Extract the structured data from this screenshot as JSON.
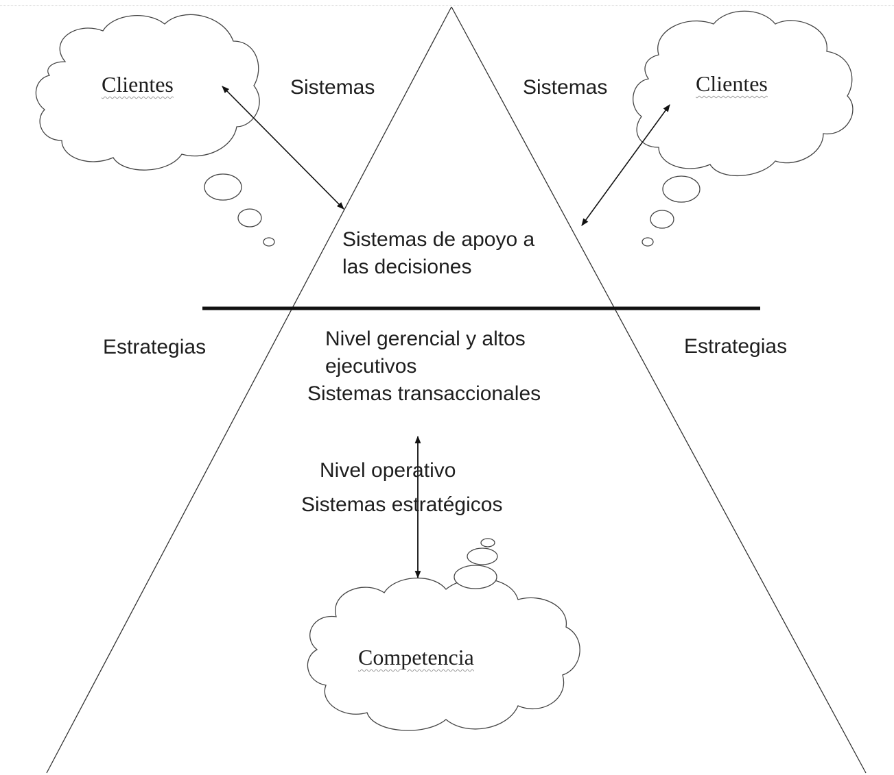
{
  "diagram": {
    "clouds": {
      "left_cloud_label": "Clientes",
      "right_cloud_label": "Clientes",
      "bottom_cloud_label": "Competencia"
    },
    "side_labels": {
      "top_left": "Sistemas",
      "top_right": "Sistemas",
      "middle_left": "Estrategias",
      "middle_right": "Estrategias"
    },
    "pyramid_text": {
      "apex_line1": "Sistemas de apoyo a",
      "apex_line2": "las decisiones",
      "mid_line1": "Nivel gerencial y altos",
      "mid_line2": "ejecutivos",
      "mid_line3": "Sistemas transaccionales",
      "base_line1": "Nivel operativo",
      "base_line2": "Sistemas estratégicos"
    }
  }
}
